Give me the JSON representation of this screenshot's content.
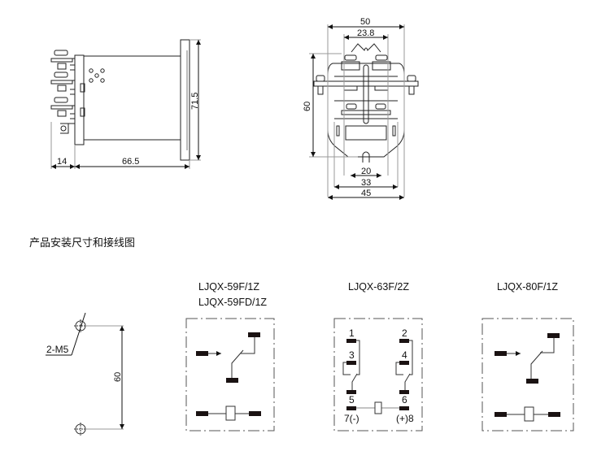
{
  "section_title": "产品安装尺寸和接线图",
  "side_view": {
    "dimensions": {
      "terminal_depth": "14",
      "body_depth": "66.5",
      "flange_height": "71.5"
    }
  },
  "front_view": {
    "dimensions": {
      "overall_width": "50",
      "terminal_spacing": "23.8",
      "height": "60",
      "slot_width": "20",
      "body_width": "33",
      "base_width": "45"
    }
  },
  "mounting": {
    "hole_label": "2-M5",
    "hole_spacing": "60"
  },
  "schematics": [
    {
      "id": "59",
      "models": [
        "LJQX-59F/1Z",
        "LJQX-59FD/1Z"
      ]
    },
    {
      "id": "63",
      "models": [
        "LJQX-63F/2Z"
      ],
      "pins": [
        "1",
        "2",
        "3",
        "4",
        "5",
        "6",
        "7(-)",
        "(+)8"
      ]
    },
    {
      "id": "80",
      "models": [
        "LJQX-80F/1Z"
      ]
    }
  ],
  "colors": {
    "line": "#111111",
    "pin": "#1a1212",
    "grey": "#888888"
  }
}
